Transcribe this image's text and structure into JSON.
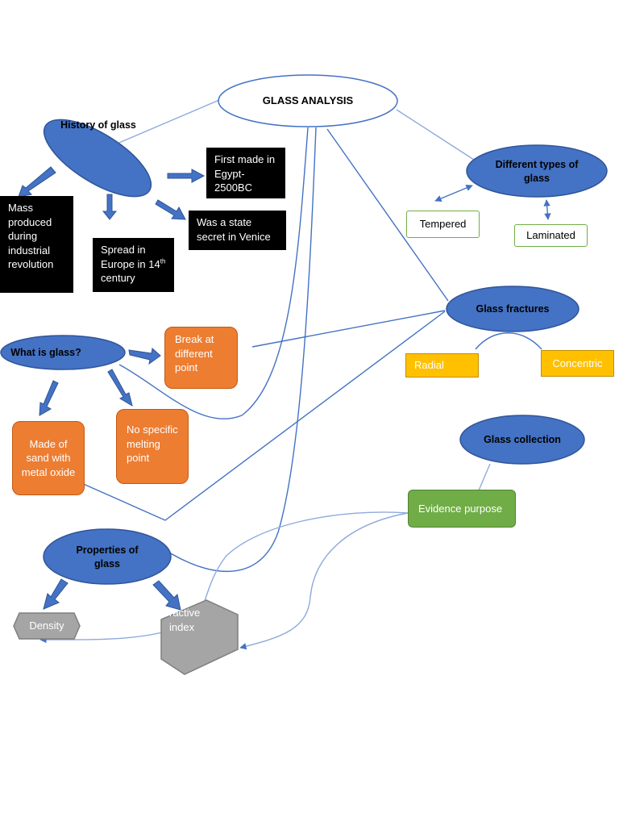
{
  "title": "GLASS ANALYSIS",
  "history": {
    "label": "History of glass",
    "first_made": "First made in Egypt-2500BC",
    "mass_produced": "Mass produced during industrial revolution",
    "spread_main": "Spread in Europe in 14",
    "spread_sup": "th",
    "spread_tail": "century",
    "state_secret": "Was a state secret in Venice"
  },
  "what_is_glass": {
    "label": "What is glass?",
    "break_point": "Break at different point",
    "made_of": "Made of sand with metal oxide",
    "melting": "No specific melting point"
  },
  "types": {
    "label": "Different types of glass",
    "tempered": "Tempered",
    "laminated": "Laminated"
  },
  "fractures": {
    "label": "Glass fractures",
    "radial": "Radial",
    "concentric": "Concentric"
  },
  "collection": {
    "label": "Glass collection",
    "evidence": "Evidence purpose"
  },
  "properties": {
    "label": "Properties of glass",
    "density": "Density",
    "refractive": "ractive index"
  },
  "colors": {
    "blue_fill": "#4472c4",
    "blue_line": "#2f5597",
    "orange": "#ed7d31",
    "yellow": "#ffc000",
    "green": "#70ad47",
    "gray": "#a5a5a5",
    "black": "#000000"
  }
}
